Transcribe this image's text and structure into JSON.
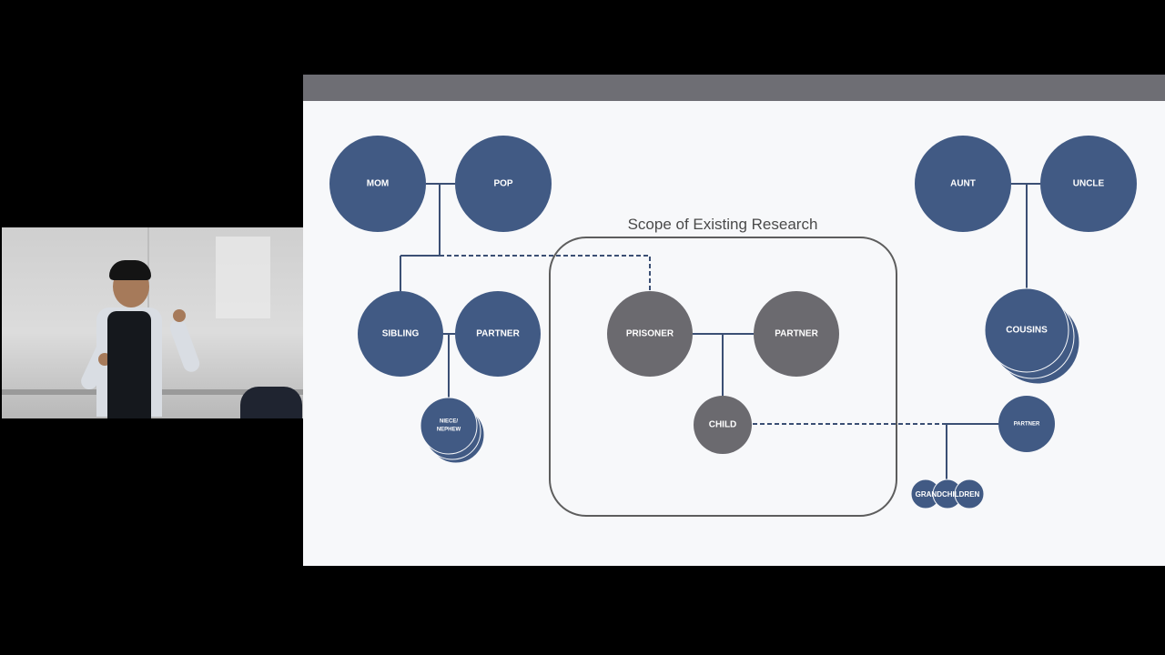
{
  "scope": {
    "title": "Scope of Existing Research"
  },
  "nodes": {
    "mom": "MOM",
    "pop": "POP",
    "aunt": "AUNT",
    "uncle": "UNCLE",
    "sibling": "SIBLING",
    "sibling_partner": "PARTNER",
    "niece_nephew_line1": "NIECE/",
    "niece_nephew_line2": "NEPHEW",
    "prisoner": "PRISONER",
    "prisoner_partner": "PARTNER",
    "child": "CHILD",
    "cousins": "COUSINS",
    "child_partner": "PARTNER",
    "grandchildren": "GRANDCHILDREN"
  },
  "colors": {
    "family_node": "#415a84",
    "focus_node": "#6b6a6f",
    "slide_background": "#f7f8fa",
    "slide_topbar": "#6e6e74"
  }
}
